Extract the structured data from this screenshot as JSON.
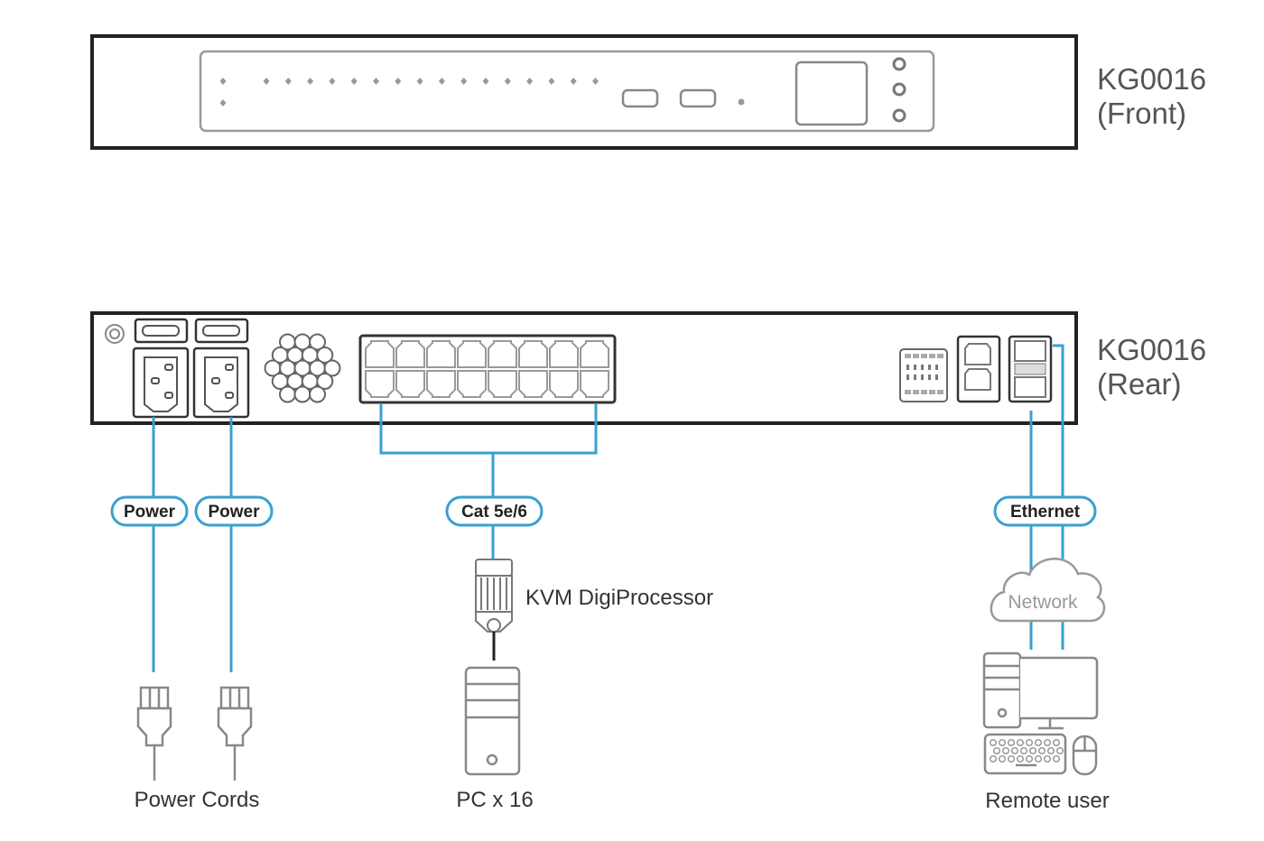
{
  "diagram": {
    "title": "KG0016 connection diagram",
    "front_unit": {
      "model": "KG0016",
      "view": "(Front)",
      "led_count": 16,
      "usb_ports": 2,
      "buttons": 3
    },
    "rear_unit": {
      "model": "KG0016",
      "view": "(Rear)",
      "power_inlets": 2,
      "rj45_ports": 16
    },
    "cables": {
      "power_1": "Power",
      "power_2": "Power",
      "cat": "Cat 5e/6",
      "ethernet": "Ethernet"
    },
    "network_label": "Network",
    "processor_label": "KVM DigiProcessor",
    "captions": {
      "power_cords": "Power Cords",
      "pc": "PC x 16",
      "remote_user": "Remote user"
    },
    "colors": {
      "cable": "#3aa0d0",
      "device_outline": "#222222",
      "icon_gray": "#8a8a8a"
    }
  }
}
